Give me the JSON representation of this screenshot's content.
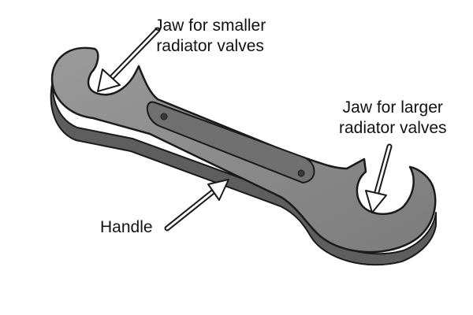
{
  "labels": {
    "small_jaw": {
      "line1": "Jaw for smaller",
      "line2": "radiator valves"
    },
    "large_jaw": {
      "line1": "Jaw for larger",
      "line2": "radiator valves"
    },
    "handle": "Handle"
  },
  "colors": {
    "wrench_top": "#8a8a8a",
    "wrench_side": "#5e5e5e",
    "outline": "#1a1a1a",
    "arrow_fill": "#ffffff",
    "text": "#111111"
  }
}
